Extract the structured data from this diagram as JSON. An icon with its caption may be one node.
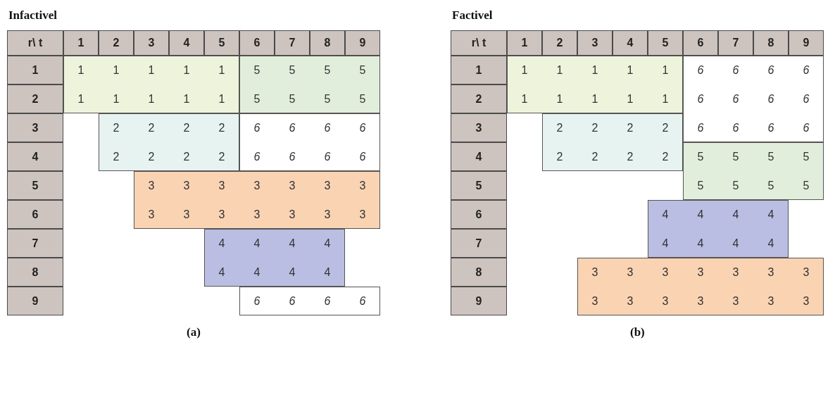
{
  "diagram": {
    "labels": [
      "Infactivel",
      "r\\ t",
      "1",
      "2",
      "3",
      "4",
      "5",
      "6",
      "7",
      "8",
      "9",
      "1",
      "1",
      "1",
      "1",
      "1",
      "1",
      "5",
      "5",
      "5",
      "5",
      "2",
      "1",
      "1",
      "1",
      "1",
      "1",
      "5",
      "5",
      "5",
      "5",
      "3",
      "2",
      "2",
      "2",
      "2",
      "6",
      "6",
      "6",
      "6",
      "4",
      "2",
      "2",
      "2",
      "2",
      "6",
      "6",
      "6",
      "6",
      "5",
      "3",
      "3",
      "3",
      "3",
      "3",
      "3",
      "3",
      "6",
      "3",
      "3",
      "3",
      "3",
      "3",
      "3",
      "3",
      "7",
      "4",
      "4",
      "4",
      "4",
      "8",
      "4",
      "4",
      "4",
      "4",
      "9",
      "6",
      "6",
      "6",
      "6",
      "(a)",
      "Factivel",
      "r\\ t",
      "1",
      "2",
      "3",
      "4",
      "5",
      "6",
      "7",
      "8",
      "9",
      "1",
      "1",
      "1",
      "1",
      "1",
      "1",
      "6",
      "6",
      "6",
      "6",
      "2",
      "1",
      "1",
      "1",
      "1",
      "1",
      "6",
      "6",
      "6",
      "6",
      "3",
      "2",
      "2",
      "2",
      "2",
      "6",
      "6",
      "6",
      "6",
      "4",
      "2",
      "2",
      "2",
      "2",
      "5",
      "5",
      "5",
      "5",
      "5",
      "5",
      "5",
      "5",
      "5",
      "6",
      "4",
      "4",
      "4",
      "4",
      "7",
      "4",
      "4",
      "4",
      "4",
      "8",
      "3",
      "3",
      "3",
      "3",
      "3",
      "3",
      "3",
      "9",
      "3",
      "3",
      "3",
      "3",
      "3",
      "3",
      "3",
      "(b)"
    ]
  }
}
